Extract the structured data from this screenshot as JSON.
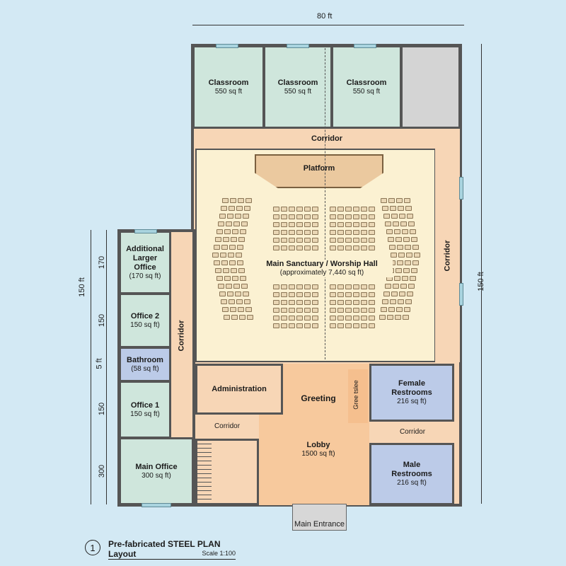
{
  "dimensions": {
    "top": "80 ft",
    "left": "150 ft",
    "right": "150 ft",
    "left_segments": [
      "170",
      "150",
      "5 ft",
      "150",
      "300"
    ]
  },
  "rooms": {
    "classroom_1": {
      "name": "Classroom",
      "area": "550 sq ft"
    },
    "classroom_2": {
      "name": "Classroom",
      "area": "550 sq ft"
    },
    "classroom_3": {
      "name": "Classroom",
      "area": "550 sq ft"
    },
    "top_corridor": "Corridor",
    "platform": "Platform",
    "sanctuary": {
      "name": "Main Sanctuary / Worship Hall",
      "area": "(approximately 7,440 sq ft)"
    },
    "right_corridor": "Corridor",
    "additional_office": {
      "name": "Additional Larger Office",
      "area": "(170 sq ft)"
    },
    "office_2": {
      "name": "Office 2",
      "area": "150 sq ft)"
    },
    "bathroom": {
      "name": "Bathroom",
      "area": "(58 sq ft)"
    },
    "office_1": {
      "name": "Office 1",
      "area": "150 sq ft)"
    },
    "main_office": {
      "name": "Main Office",
      "area": "300 sq ft)"
    },
    "left_corridor": "Corridor",
    "administration": "Administration",
    "lower_corridor": "Corridor",
    "greeting": "Greeting",
    "gree_label": "Gree tslee",
    "lobby": {
      "name": "Lobby",
      "area": "1500 sq ft)"
    },
    "female_restrooms": {
      "name": "Female Restrooms",
      "area": "216 sq ft)"
    },
    "restroom_corridor": "Corridor",
    "male_restrooms": {
      "name": "Male Restrooms",
      "area": "216 sq ft)"
    },
    "main_entrance": "Main Entrance"
  },
  "title_block": {
    "number": "1",
    "title": "Pre-fabricated STEEL PLAN Layout",
    "scale": "Scale 1:100"
  },
  "colors": {
    "background": "#d3e9f4",
    "office": "#cfe6dc",
    "corridor": "#f7d6b6",
    "sanctuary": "#fbf1d2",
    "restroom": "#bccbe8",
    "lobby": "#f7c99d"
  }
}
